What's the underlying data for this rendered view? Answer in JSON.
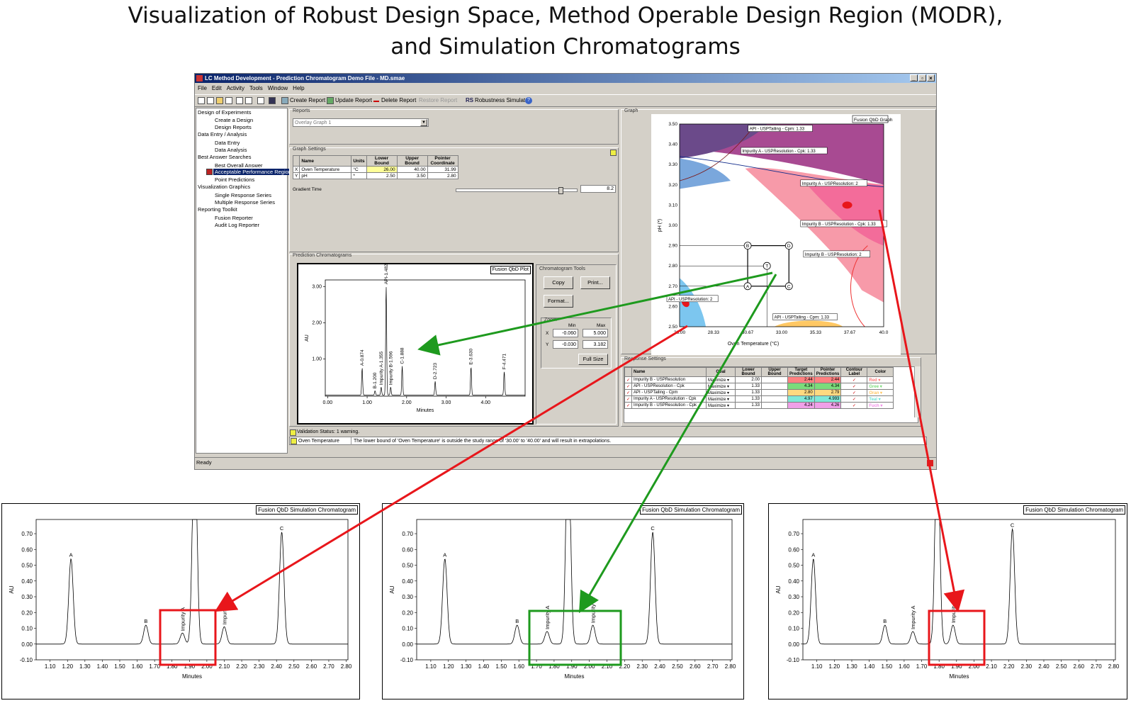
{
  "page_title": {
    "line1": "Visualization of Robust Design Space, Method Operable Design Region (MODR),",
    "line2": "and Simulation Chromatograms"
  },
  "window": {
    "title": "LC Method Development - Prediction Chromatogram Demo File - MD.smae",
    "menu": [
      "File",
      "Edit",
      "Activity",
      "Tools",
      "Window",
      "Help"
    ],
    "toolbar": {
      "create_report": "Create Report",
      "update_report": "Update Report",
      "delete_report": "Delete Report",
      "restore_report": "Restore Report",
      "robustness_simulator": "Robustness Simulator"
    },
    "status_bar": "Ready"
  },
  "tree": {
    "groups": [
      {
        "label": "Design of Experiments",
        "items": [
          "Create a Design",
          "Design Reports"
        ]
      },
      {
        "label": "Data Entry / Analysis",
        "items": [
          "Data Entry",
          "Data Analysis"
        ]
      },
      {
        "label": "Best Answer Searches",
        "items": [
          "Best Overall Answer",
          "Acceptable Performance Region",
          "Point Predictions"
        ]
      },
      {
        "label": "Visualization Graphics",
        "items": [
          "Single Response Series",
          "Multiple Response Series"
        ]
      },
      {
        "label": "Reporting Toolkit",
        "items": [
          "Fusion Reporter",
          "Audit Log Reporter"
        ]
      }
    ],
    "selected": "Acceptable Performance Region"
  },
  "reports": {
    "title": "Reports",
    "selected": "Overlay Graph 1"
  },
  "graph_settings": {
    "title": "Graph Settings",
    "headers": [
      "Name",
      "Units",
      "Lower Bound",
      "Upper Bound",
      "Pointer Coordinate"
    ],
    "rows": [
      {
        "axis": "X",
        "name": "Oven Temperature",
        "units": "°C",
        "lower": "26.00",
        "upper": "40.00",
        "pointer": "31.99"
      },
      {
        "axis": "Y",
        "name": "pH",
        "units": "*",
        "lower": "2.50",
        "upper": "3.50",
        "pointer": "2.80"
      }
    ],
    "gradient_label": "Gradient Time",
    "gradient_value": "8.2",
    "gradient_fraction": 0.87
  },
  "prediction_chromatograms": {
    "title": "Prediction Chromatograms",
    "plot_tag": "Fusion QbD Plot",
    "xlabel": "Minutes",
    "ylabel": "AU",
    "x_ticks": [
      "0.00",
      "1.00",
      "2.00",
      "3.00",
      "4.00"
    ],
    "y_ticks": [
      "1.00",
      "2.00",
      "3.00"
    ],
    "peaks": [
      {
        "label": "A-0.874",
        "x": 0.874,
        "h": 0.75
      },
      {
        "label": "B-1.200",
        "x": 1.2,
        "h": 0.12
      },
      {
        "label": "Impurity A-1.355",
        "x": 1.355,
        "h": 0.22
      },
      {
        "label": "API-1.482",
        "x": 1.482,
        "h": 3.0
      },
      {
        "label": "Impurity B-1.596",
        "x": 1.596,
        "h": 0.22
      },
      {
        "label": "C-1.888",
        "x": 1.888,
        "h": 0.8
      },
      {
        "label": "D-2.723",
        "x": 2.723,
        "h": 0.38
      },
      {
        "label": "E-3.630",
        "x": 3.63,
        "h": 0.78
      },
      {
        "label": "F-4.471",
        "x": 4.471,
        "h": 0.65
      }
    ]
  },
  "chromatogram_tools": {
    "title": "Chromatogram Tools",
    "copy": "Copy",
    "print": "Print...",
    "format": "Format...",
    "zoom_title": "Zoom",
    "min_label": "Min",
    "max_label": "Max",
    "x_label": "X",
    "y_label": "Y",
    "x_min": "-0.060",
    "x_max": "5.000",
    "y_min": "-0.030",
    "y_max": "3.182",
    "full_size": "Full Size"
  },
  "graph": {
    "title": "Graph",
    "tag": "Fusion QbD Graph",
    "xlabel": "Oven Temperature (°C)",
    "ylabel": "pH (*)",
    "x_ticks": [
      "26.00",
      "28.33",
      "30.67",
      "33.00",
      "35.33",
      "37.67",
      "40.0"
    ],
    "y_ticks": [
      "2.50",
      "2.60",
      "2.70",
      "2.80",
      "2.90",
      "3.00",
      "3.10",
      "3.20",
      "3.30",
      "3.40",
      "3.50"
    ],
    "labels": [
      "API - USPTailing - Cpm: 1.33",
      "Impurity A - USPResolution - Cpk: 1.33",
      "Impurity A - USPResolution: 2",
      "Impurity B - USPResolution - Cpk: 1.33",
      "Impurity B - USPResolution: 2",
      "API - USPResolution: 2",
      "API - USPTailing - Cpm: 1.33"
    ],
    "box_points": [
      {
        "label": "A",
        "x": 30.67,
        "y": 2.7
      },
      {
        "label": "B",
        "x": 30.67,
        "y": 2.9
      },
      {
        "label": "C",
        "x": 33.5,
        "y": 2.7
      },
      {
        "label": "D",
        "x": 33.5,
        "y": 2.9
      },
      {
        "label": "T",
        "x": 31.99,
        "y": 2.8
      }
    ]
  },
  "response_settings": {
    "title": "Response Settings",
    "headers": [
      "Name",
      "Goal",
      "Lower Bound",
      "Upper Bound",
      "Target Predictions",
      "Pointer Predictions",
      "Contour Label",
      "Color"
    ],
    "rows": [
      {
        "name": "Impurity B - USPResolution",
        "goal": "Maximize",
        "lower": "2.00",
        "upper": "",
        "target": "2.44",
        "pointer": "2.44",
        "color": "Red",
        "hex": "#ff7b7b"
      },
      {
        "name": "API - USPResolution - Cpk",
        "goal": "Maximize",
        "lower": "1.33",
        "upper": "",
        "target": "4.34",
        "pointer": "4.34",
        "color": "Gree",
        "hex": "#7bdc7b"
      },
      {
        "name": "API - USPTailing - Cpm",
        "goal": "Maximize",
        "lower": "1.33",
        "upper": "",
        "target": "2.80",
        "pointer": "2.79",
        "color": "Oran",
        "hex": "#ffc864"
      },
      {
        "name": "Impurity A - USPResolution - Cpk",
        "goal": "Maximize",
        "lower": "1.33",
        "upper": "",
        "target": "4.97",
        "pointer": "4.993",
        "color": "Teal",
        "hex": "#6ee0d4"
      },
      {
        "name": "Impurity B - USPResolution - Cpk",
        "goal": "Maximize",
        "lower": "1.33",
        "upper": "",
        "target": "4.24",
        "pointer": "4.26",
        "color": "Fuch",
        "hex": "#f08ce6"
      }
    ]
  },
  "validation": {
    "status": "Validation Status: 1 warning.",
    "field": "Oven Temperature",
    "message": "The lower bound of 'Oven Temperature' is outside the study range of '30.00' to '40.00' and will result in extrapolations."
  },
  "simulations": [
    {
      "tag": "Fusion QbD Simulation Chromatogram",
      "xlabel": "Minutes",
      "ylabel": "AU",
      "x_ticks": [
        "1.10",
        "1.20",
        "1.30",
        "1.40",
        "1.50",
        "1.60",
        "1.70",
        "1.80",
        "1.90",
        "2.00",
        "2.10",
        "2.20",
        "2.30",
        "2.40",
        "2.50",
        "2.60",
        "2.70",
        "2.80"
      ],
      "y_ticks": [
        "-0.10",
        "0.00",
        "0.10",
        "0.20",
        "0.30",
        "0.40",
        "0.50",
        "0.60",
        "0.70"
      ],
      "peaks": [
        {
          "label": "A",
          "x": 1.22,
          "h": 0.54
        },
        {
          "label": "B",
          "x": 1.65,
          "h": 0.12
        },
        {
          "label": "Impurity A",
          "x": 1.86,
          "h": 0.07
        },
        {
          "label": "",
          "x": 1.93,
          "h": 1.4
        },
        {
          "label": "Impurity B",
          "x": 2.1,
          "h": 0.11
        },
        {
          "label": "C",
          "x": 2.43,
          "h": 0.71
        }
      ]
    },
    {
      "tag": "Fusion QbD Simulation Chromatogram",
      "xlabel": "Minutes",
      "ylabel": "AU",
      "x_ticks": [
        "1.10",
        "1.20",
        "1.30",
        "1.40",
        "1.50",
        "1.60",
        "1.70",
        "1.80",
        "1.90",
        "2.00",
        "2.10",
        "2.20",
        "2.30",
        "2.40",
        "2.50",
        "2.60",
        "2.70",
        "2.80"
      ],
      "y_ticks": [
        "-0.10",
        "0.00",
        "0.10",
        "0.20",
        "0.30",
        "0.40",
        "0.50",
        "0.60",
        "0.70"
      ],
      "peaks": [
        {
          "label": "A",
          "x": 1.18,
          "h": 0.54
        },
        {
          "label": "B",
          "x": 1.59,
          "h": 0.12
        },
        {
          "label": "Impurity A",
          "x": 1.76,
          "h": 0.08
        },
        {
          "label": "",
          "x": 1.88,
          "h": 1.4
        },
        {
          "label": "Impurity B",
          "x": 2.02,
          "h": 0.12
        },
        {
          "label": "C",
          "x": 2.36,
          "h": 0.71
        }
      ]
    },
    {
      "tag": "Fusion QbD Simulation Chromatogram",
      "xlabel": "Minutes",
      "ylabel": "AU",
      "x_ticks": [
        "1.10",
        "1.20",
        "1.30",
        "1.40",
        "1.50",
        "1.60",
        "1.70",
        "1.80",
        "1.90",
        "2.00",
        "2.10",
        "2.20",
        "2.30",
        "2.40",
        "2.50",
        "2.60",
        "2.70",
        "2.80"
      ],
      "y_ticks": [
        "-0.10",
        "0.00",
        "0.10",
        "0.20",
        "0.30",
        "0.40",
        "0.50",
        "0.60",
        "0.70"
      ],
      "peaks": [
        {
          "label": "A",
          "x": 1.08,
          "h": 0.54
        },
        {
          "label": "B",
          "x": 1.49,
          "h": 0.12
        },
        {
          "label": "Impurity A",
          "x": 1.65,
          "h": 0.08
        },
        {
          "label": "",
          "x": 1.79,
          "h": 1.4
        },
        {
          "label": "Impurity B",
          "x": 1.88,
          "h": 0.12
        },
        {
          "label": "C",
          "x": 2.22,
          "h": 0.73
        }
      ]
    }
  ],
  "colors": {
    "arrow_red": "#e8161b",
    "arrow_green": "#1e9a1e",
    "box_red": "#e8161b",
    "box_green": "#1e9a1e"
  }
}
